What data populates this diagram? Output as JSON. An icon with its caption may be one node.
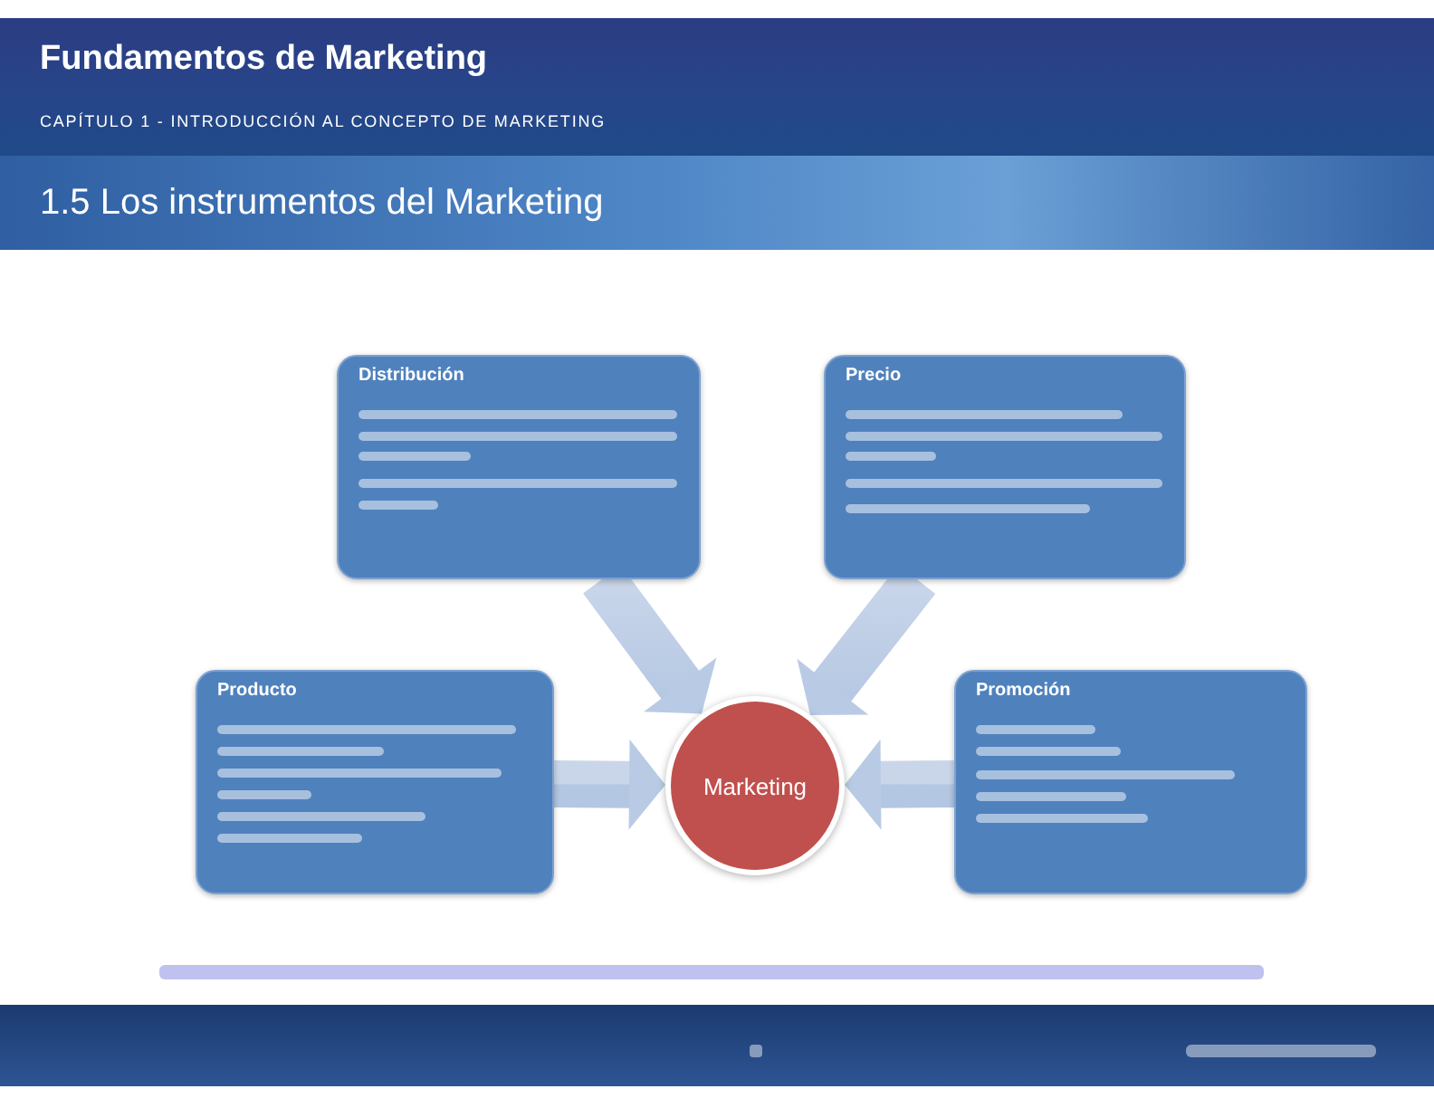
{
  "diagram": {
    "title": "Fundamentos de Marketing",
    "nodes": [
      {
        "text": [
          "Distribución"
        ]
      },
      {
        "text": [
          "Precio"
        ]
      },
      {
        "text": [
          "Producto"
        ]
      },
      {
        "text": [
          "Marketing"
        ]
      },
      {
        "text": [
          "Promoción"
        ]
      }
    ],
    "edges": [
      {
        "from": 0,
        "to": 3,
        "arrow": "to",
        "style": "thick"
      },
      {
        "from": 1,
        "to": 3,
        "arrow": "to",
        "style": "thick"
      },
      {
        "from": 2,
        "to": 3,
        "arrow": "to",
        "style": "thick"
      },
      {
        "from": 4,
        "to": 3,
        "arrow": "to",
        "style": "thick"
      }
    ],
    "labels": [
      "CAPÍTULO 1 - INTRODUCCIÓN AL CONCEPTO DE MARKETING",
      "1.5 Los instrumentos del Marketing"
    ]
  }
}
